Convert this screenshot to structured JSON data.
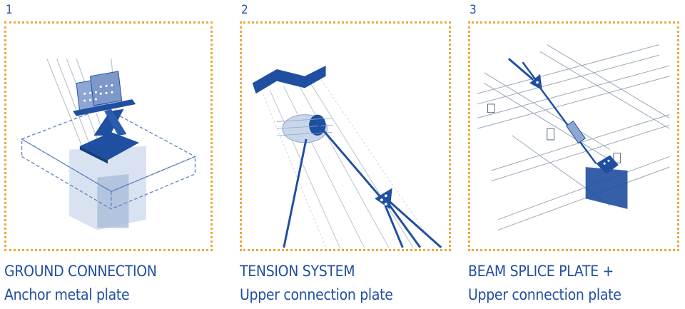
{
  "panels": [
    {
      "number": "1",
      "title": "GROUND CONNECTION",
      "subtitle": "Anchor metal plate"
    },
    {
      "number": "2",
      "title": "TENSION SYSTEM",
      "subtitle": "Upper connection plate"
    },
    {
      "number": "3",
      "title": "BEAM SPLICE PLATE +",
      "subtitle": "Upper connection plate"
    }
  ],
  "colors": {
    "primary": "#1f4fa0",
    "light": "#c9d6ea",
    "frame": "#e8a93a",
    "line": "#b9c3d3"
  }
}
